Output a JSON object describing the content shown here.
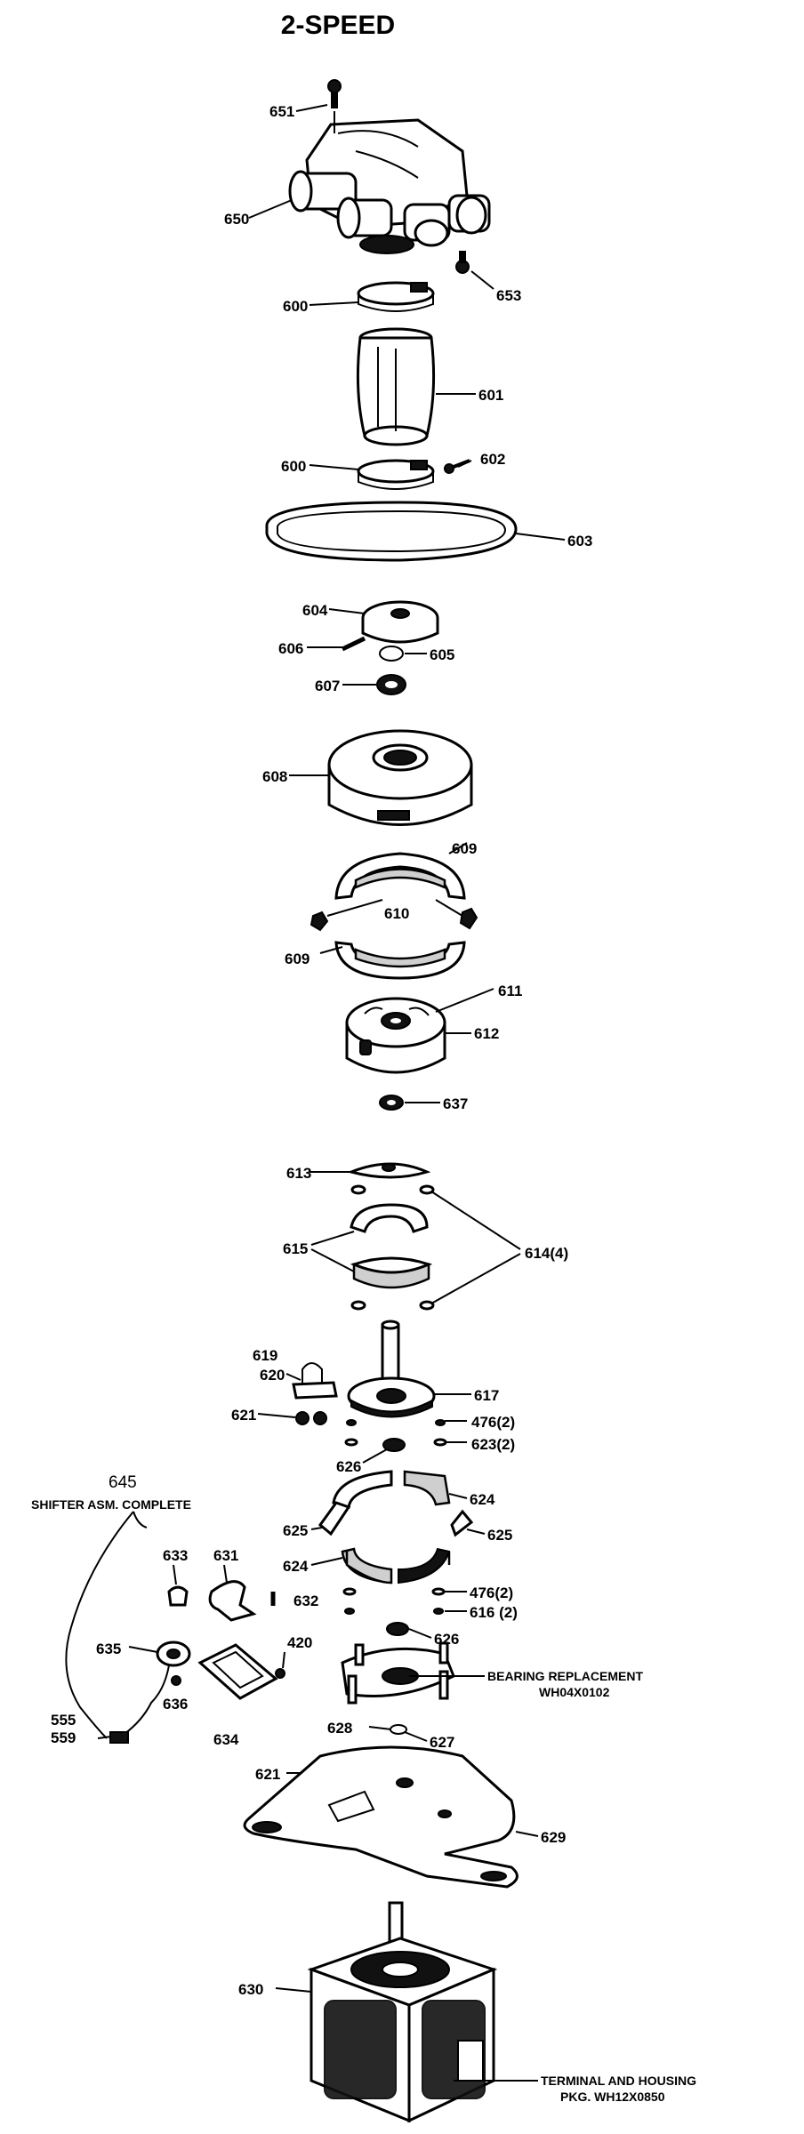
{
  "title": "2-SPEED",
  "parts": {
    "p651": "651",
    "p650": "650",
    "p653": "653",
    "p600a": "600",
    "p601": "601",
    "p602": "602",
    "p600b": "600",
    "p603": "603",
    "p604": "604",
    "p606": "606",
    "p605": "605",
    "p607": "607",
    "p608": "608",
    "p609a": "609",
    "p610": "610",
    "p609b": "609",
    "p611": "611",
    "p612": "612",
    "p637": "637",
    "p613": "613",
    "p615": "615",
    "p614": "614(4)",
    "p619": "619",
    "p620": "620",
    "p617": "617",
    "p621a": "621",
    "p476a": "476(2)",
    "p623": "623(2)",
    "p626a": "626",
    "p624a": "624",
    "p625a": "625",
    "p625b": "625",
    "p624b": "624",
    "p632": "632",
    "p476b": "476(2)",
    "p616": "616 (2)",
    "p626b": "626",
    "p645": "645",
    "p633": "633",
    "p631": "631",
    "p635": "635",
    "p420": "420",
    "p636": "636",
    "p555": "555",
    "p559": "559",
    "p634": "634",
    "p628": "628",
    "p627": "627",
    "p621b": "621",
    "p629": "629",
    "p630": "630"
  },
  "captions": {
    "shifter": "SHIFTER ASM. COMPLETE",
    "bearing_1": "BEARING REPLACEMENT",
    "bearing_2": "WH04X0102",
    "terminal_1": "TERMINAL AND HOUSING",
    "terminal_2": "PKG. WH12X0850"
  }
}
